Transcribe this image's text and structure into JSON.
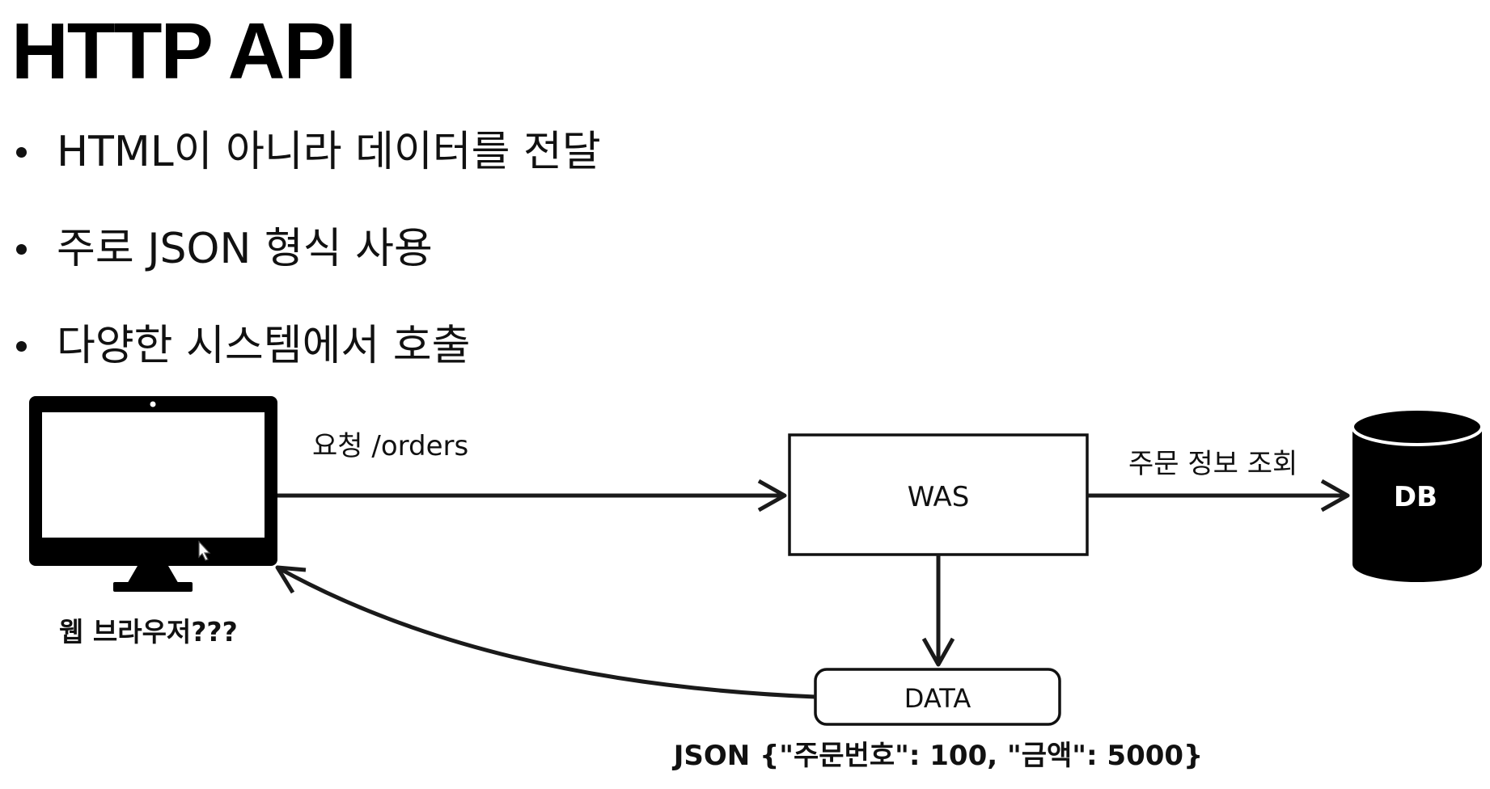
{
  "title": "HTTP API",
  "bullets": [
    "HTML이 아니라 데이터를 전달",
    "주로 JSON 형식 사용",
    "다양한 시스템에서 호출"
  ],
  "diagram": {
    "client_label": "웹 브라우저???",
    "request_label": "요청 /orders",
    "server_label": "WAS",
    "db_query_label": "주문 정보 조회",
    "db_label": "DB",
    "data_label": "DATA",
    "data_example": "JSON {\"주문번호\": 100, \"금액\": 5000}"
  }
}
